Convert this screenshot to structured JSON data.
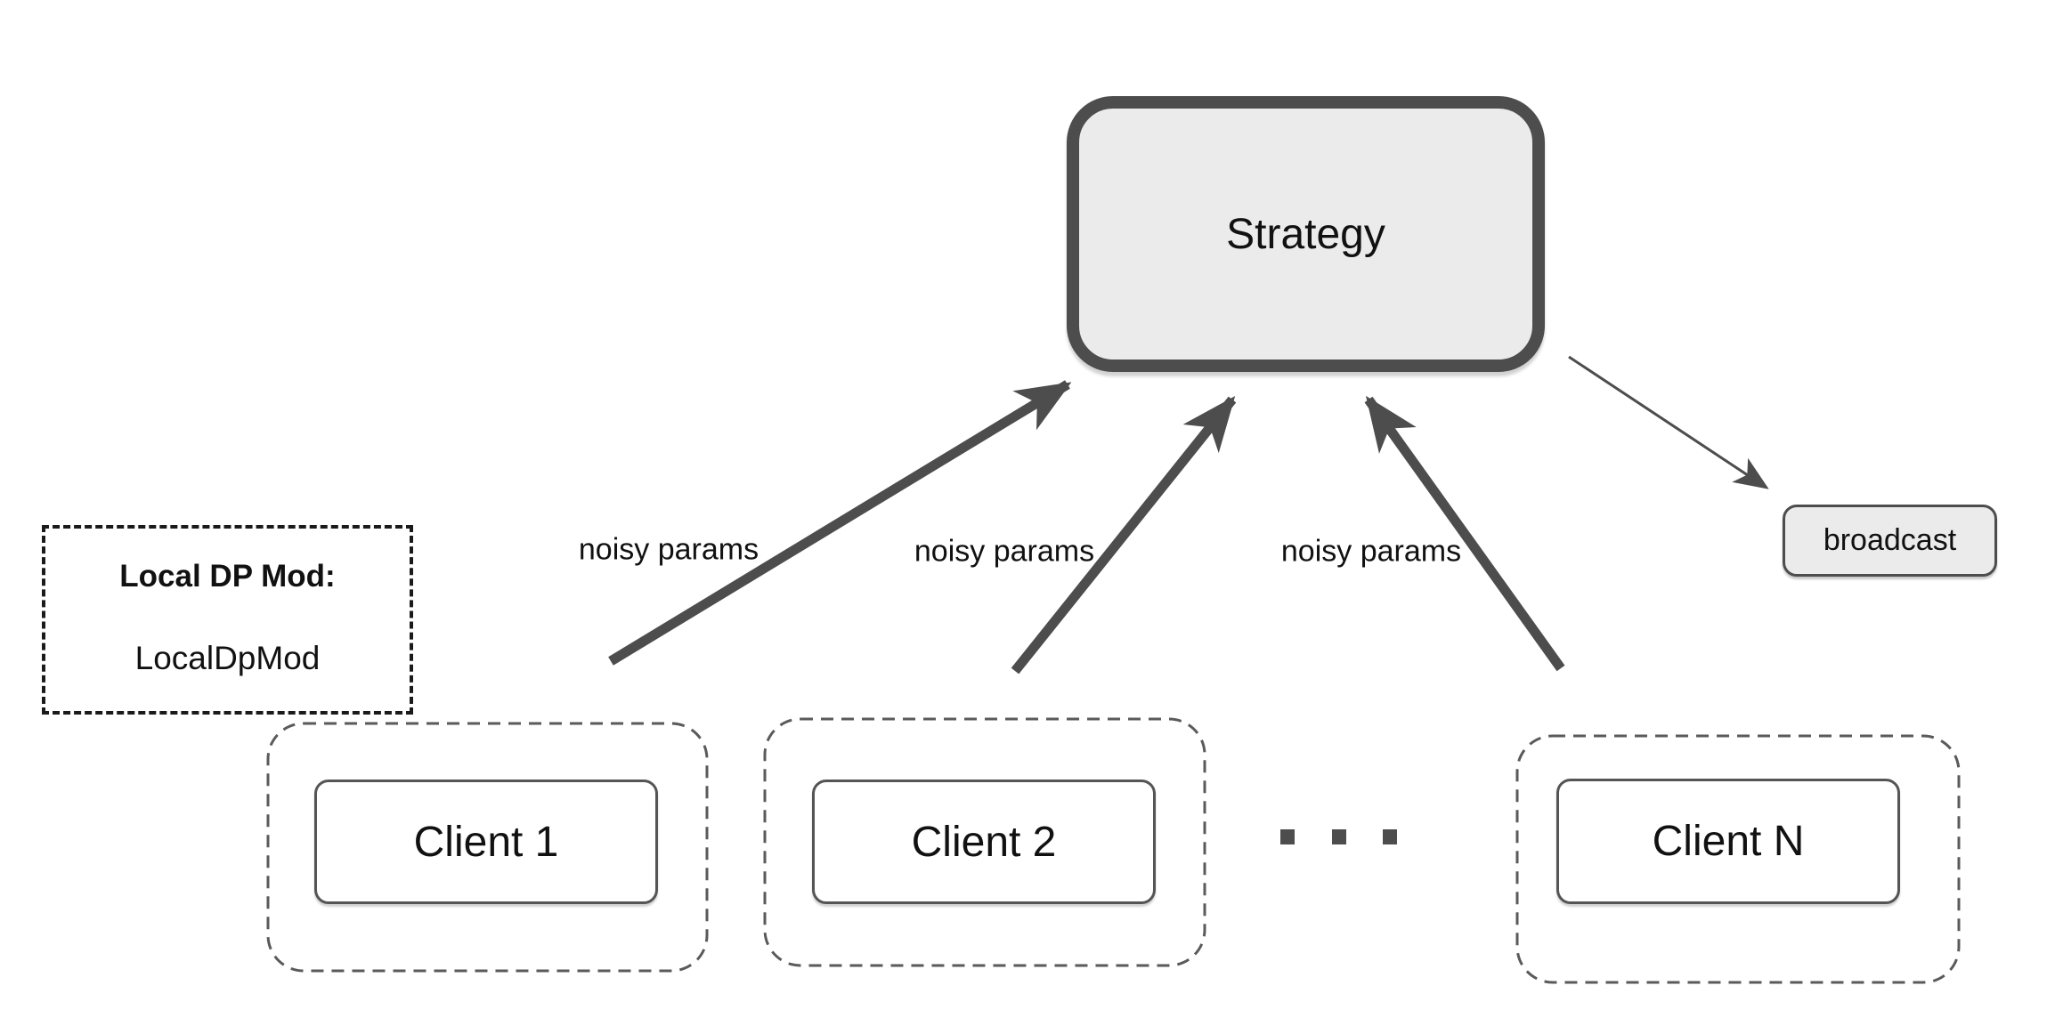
{
  "diagram": {
    "strategy": {
      "label": "Strategy"
    },
    "broadcast": {
      "label": "broadcast"
    },
    "local_dp_mod": {
      "title": "Local DP Mod:",
      "value": "LocalDpMod"
    },
    "clients": [
      {
        "label": "Client 1"
      },
      {
        "label": "Client 2"
      },
      {
        "label": "Client N"
      }
    ],
    "edge_labels": [
      "noisy params",
      "noisy params",
      "noisy params"
    ],
    "ellipsis_dot_count": 3,
    "colors": {
      "background": "#ffffff",
      "node_fill": "#ebebeb",
      "node_border": "#4d4d4d",
      "client_box_border": "#555555",
      "group_dash_border": "#5a5a5a",
      "local_dp_border": "#1a1a1a",
      "arrow": "#4d4d4d",
      "text": "#111111"
    }
  }
}
